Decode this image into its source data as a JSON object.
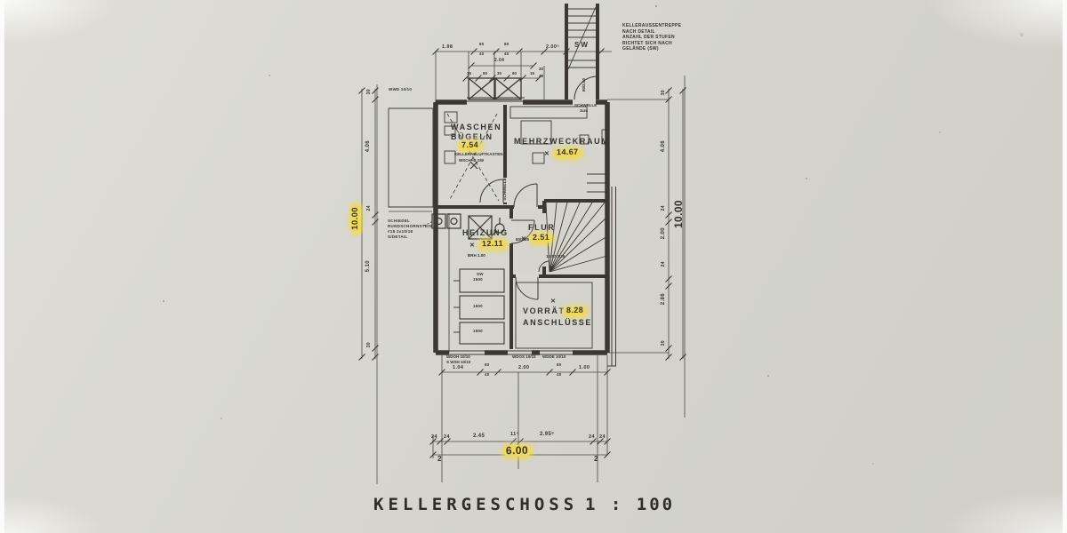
{
  "title": {
    "name": "KELLERGESCHOSS",
    "scale": "1 : 100"
  },
  "marks": {
    "x": "✕"
  },
  "colors": {
    "paper": "#d7d6d0",
    "ink": "#3a3830",
    "highlight": "#f0da54"
  },
  "rooms": {
    "waschen": {
      "line1": "WASCHEN",
      "line2": "BÜGELN",
      "area": "7.54",
      "sub1": "KELLERABLUFTKASTEN",
      "sub2": "WSCH+B SW"
    },
    "mehrzweck": {
      "name": "MEHRZWECKRAUM",
      "area": "14.67"
    },
    "heizung": {
      "name": "HEIZUNG",
      "area": "12.11",
      "brh": "BRH 1.00"
    },
    "flur": {
      "name": "FLUR",
      "area": "2.51",
      "stair": "12/17.7/25"
    },
    "vorraete": {
      "line1": "VORRÄTE",
      "line2": "ANSCHLÜSSE",
      "area": "8.28"
    }
  },
  "tanks": {
    "t1a": "SW",
    "t1b": "1500",
    "t2": "1500",
    "t3": "1500"
  },
  "notes": {
    "stair1": "KELLERAUSSENTREPPE",
    "stair2": "NACH DETAIL",
    "stair3": "ANZAHL DER STUFEN",
    "stair4": "RICHTET SICH NACH",
    "stair5": "GELÄNDE  (SW)",
    "sw": "SW",
    "chim1": "SCHIEDEL",
    "chim2": "RUNDSCHORNSTEIN",
    "chim3": "#18   2x10/18",
    "chim4": "S/DETAIL",
    "wwd": "WWD 10/10",
    "schw_t1": "SCHWELLE",
    "schw_t2": "3cm",
    "schwelle_mid": "SCHWELLE 2cm",
    "door_tower": "80/2.00",
    "door_flur": "80/2.05",
    "wdoh": "WDOH 10/10",
    "swsh": "S WSH 10/10",
    "wdos": "WDOS 10/10",
    "wdde": "WDDE 10/10"
  },
  "dims": {
    "top": {
      "a": "1.98",
      "w1_80": "80",
      "w1_40": "40",
      "w2_80": "80",
      "w2_40": "40",
      "b": "2.00⁵",
      "mid": "2.04",
      "s1": "15",
      "s2": "60",
      "s3": "30",
      "s4": "60",
      "s5": "15",
      "v1": "30",
      "v2": "40"
    },
    "left": {
      "p1": "30",
      "p2": "4.06",
      "p3": "24",
      "p4": "5.10",
      "p5": "30",
      "total": "10.00"
    },
    "right": {
      "p1": "30",
      "p2": "4.06",
      "p3": "24",
      "p4": "2.00",
      "p5": "24",
      "p6": "2.86",
      "p7": "30",
      "total": "10.00"
    },
    "bottom": {
      "a": "1.04",
      "w1_80": "80",
      "w1_40": "40",
      "b": "2.00",
      "w2_80": "80",
      "w2_40": "40",
      "c": "1.00",
      "q1": "24",
      "q2": "24",
      "q3": "2.45",
      "q4": "11⁵",
      "q5": "2.95⁵",
      "q6": "24",
      "q7": "24",
      "total": "6.00",
      "sec": "2"
    }
  }
}
